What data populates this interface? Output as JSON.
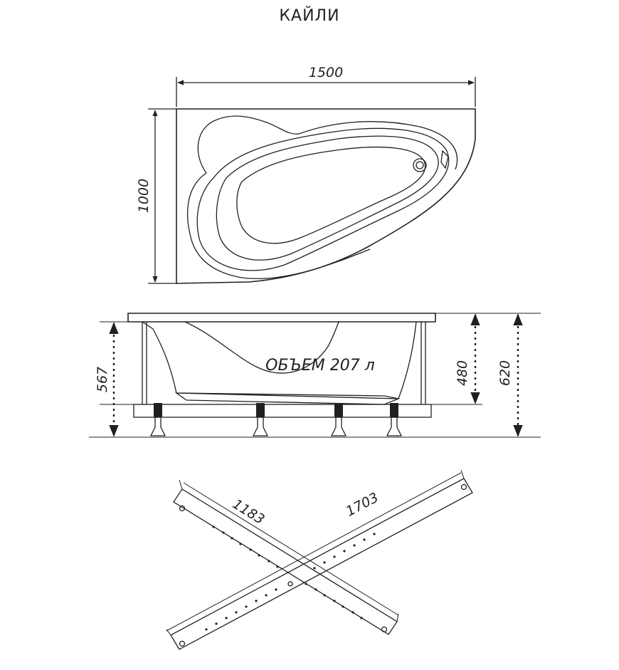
{
  "title": "КАЙЛИ",
  "top_view": {
    "width_label": "1500",
    "depth_label": "1000"
  },
  "side_view": {
    "volume_label": "ОБЪЕМ 207 л",
    "frame_height_label": "567",
    "tub_depth_label": "480",
    "total_height_label": "620"
  },
  "frame_bars": {
    "short_bar_label": "1183",
    "long_bar_label": "1703"
  },
  "colors": {
    "line": "#231f20",
    "background": "#ffffff"
  }
}
